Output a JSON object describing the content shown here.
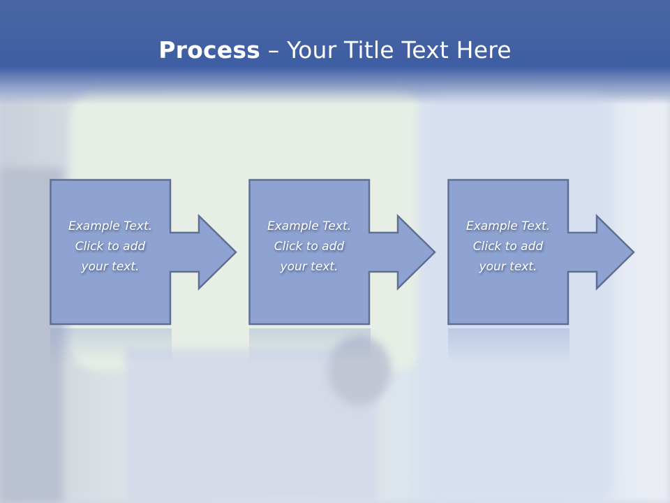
{
  "slide": {
    "title_bold": "Process",
    "title_rest": " – Your Title Text Here"
  },
  "steps": [
    {
      "lines": [
        "Example Text.",
        "Click  to add",
        "your text."
      ]
    },
    {
      "lines": [
        "Example Text.",
        "Click  to add",
        "your text."
      ]
    },
    {
      "lines": [
        "Example Text.",
        "Click  to add",
        "your text."
      ]
    }
  ],
  "colors": {
    "header": "#3e5ea3",
    "box_fill": "#8ea3d1",
    "box_stroke": "#5f6f91"
  }
}
